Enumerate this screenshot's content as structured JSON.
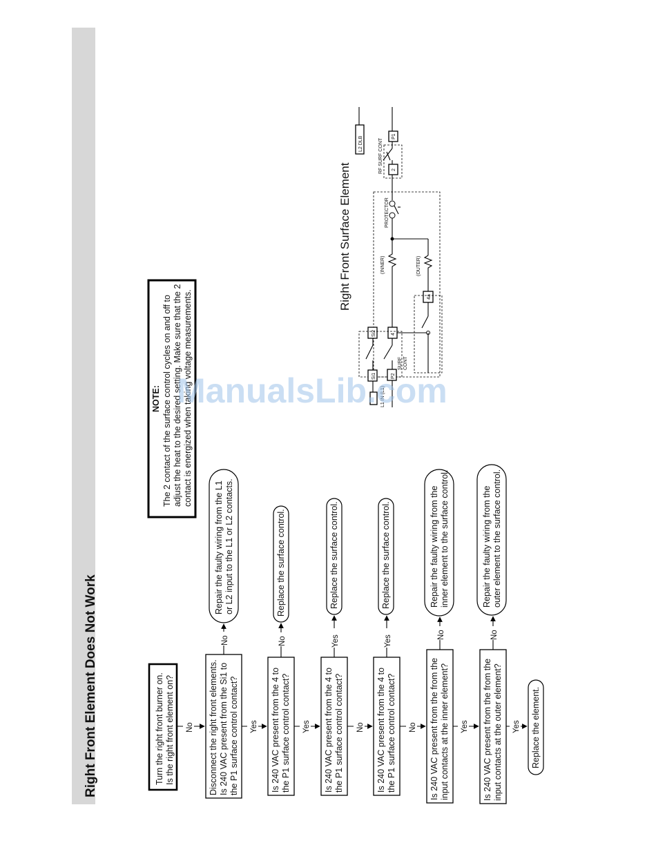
{
  "page": {
    "title": "Right Front Element Does Not Work"
  },
  "flow": {
    "start": {
      "line1": "Turn the right front burner on.",
      "line2": "Is the right front element on?"
    },
    "step1": {
      "line1": "Disconnect the right front elements.",
      "line2": "Is 240 VAC present from the Si1 to",
      "line3": "the P1 surface control contact?"
    },
    "step2": {
      "line1": "Is 240 VAC present from the 4 to",
      "line2": "the P1 surface control contact?"
    },
    "step3": {
      "line1": "Is 240 VAC present from the 4 to",
      "line2": "the P1 surface control contact?"
    },
    "step4": {
      "line1": "Is 240 VAC present from the 4 to",
      "line2": "the P1 surface control contact?"
    },
    "step5": {
      "line1": "Is 240 VAC present from the from the",
      "line2": "input contacts at the inner element?"
    },
    "step6": {
      "line1": "Is 240 VAC present from the from the",
      "line2": "input contacts at the outer element?"
    },
    "final": {
      "text": "Replace the element."
    },
    "result1": {
      "line1": "Repair the faulty wiring from the L1",
      "line2": "or L2 input to the L1 or L2 contacts."
    },
    "result2": {
      "text": "Replace the surface control."
    },
    "result3": {
      "text": "Replace the surface control."
    },
    "result4": {
      "text": "Replace the surface control."
    },
    "result5": {
      "line1": "Repair the faulty wiring from the",
      "line2": "inner element to the surface control."
    },
    "result6": {
      "line1": "Repair the faulty wiring from the",
      "line2": "outer element to the surface control."
    },
    "labels": {
      "yes": "Yes",
      "no": "No"
    }
  },
  "note": {
    "title": "NOTE:",
    "line1": "The 2 contact of the surface control cycles on and off to",
    "line2": "adjust the heat to the desired setting. Make sure that the 2",
    "line3": "contact is energized when taking voltage measurements."
  },
  "wiring": {
    "title": "Right Front Surface Element",
    "l2_dlb": "L2 DLB",
    "p1": "P1",
    "two": "2",
    "rf_surf_cont": "RF SURF CONT",
    "protector": "PROTECTOR",
    "inner": "(INNER)",
    "outer": "(OUTER)",
    "four_a": "4a",
    "si2": "Si2",
    "four": "4",
    "si1": "Si1",
    "p2": "P2",
    "surf": "SURF",
    "cont": "CONT",
    "l1_in": "L1 IN (L1)"
  },
  "watermark": "ManualsLib.com"
}
